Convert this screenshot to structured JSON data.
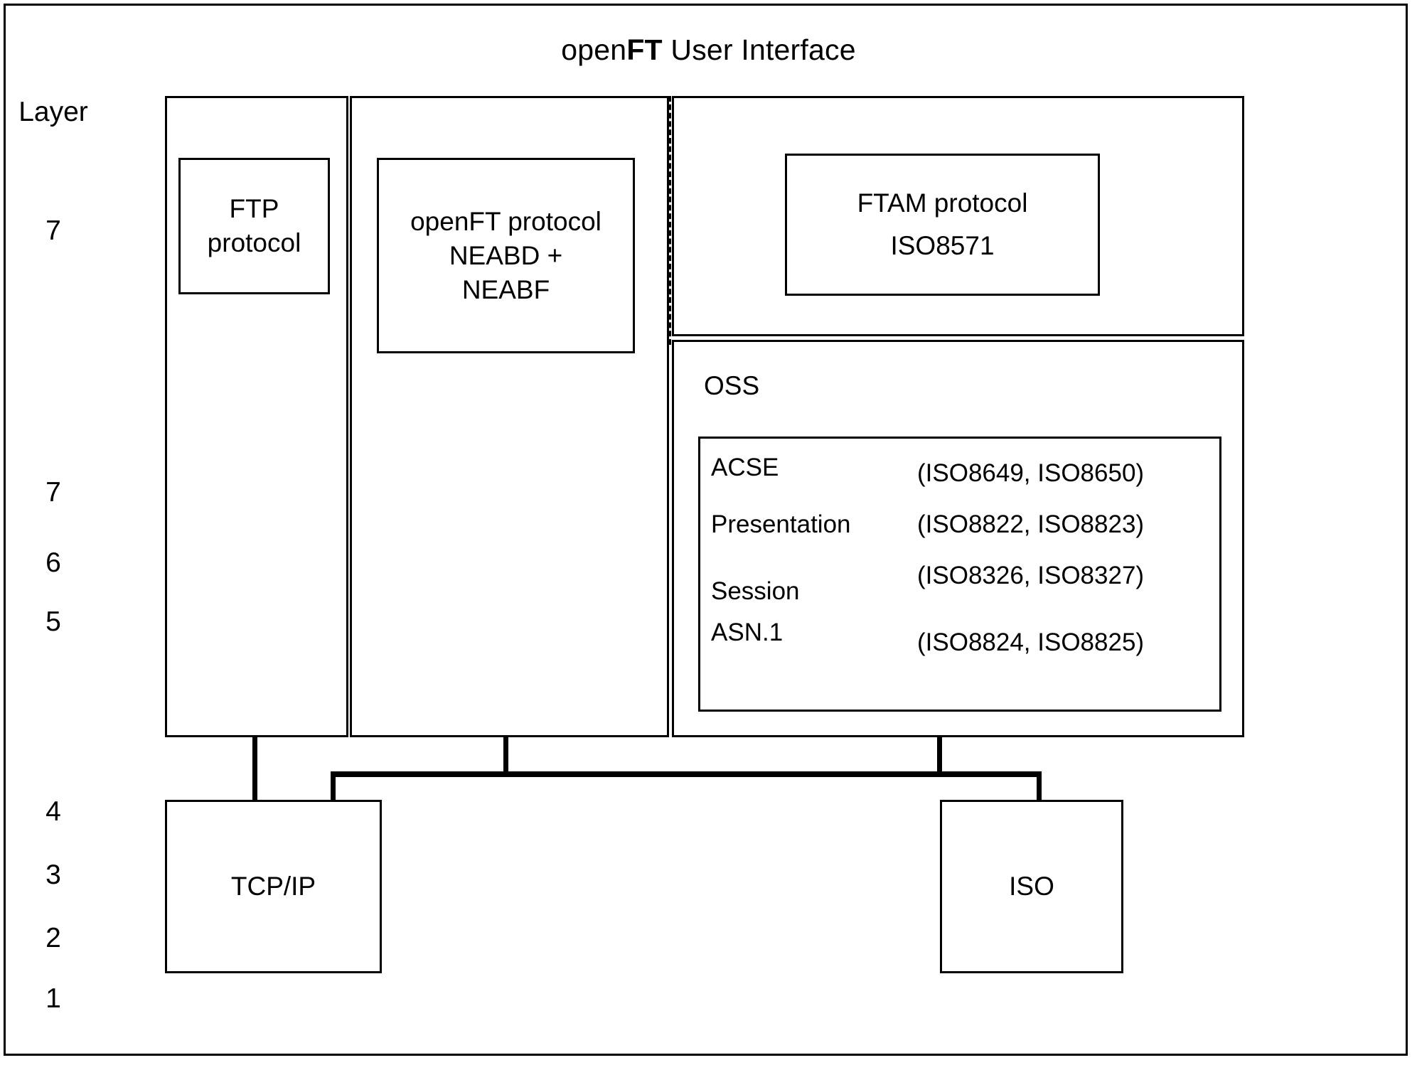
{
  "title": {
    "prefix": "open",
    "bold": "FT",
    "suffix": " User Interface"
  },
  "columns": {
    "ftp": {
      "protocol_box": {
        "line1": "FTP",
        "line2": "protocol"
      }
    },
    "openft": {
      "protocol_box": {
        "line1": "openFT protocol",
        "line2": "NEABD +",
        "line3": "NEABF"
      }
    },
    "ftam": {
      "protocol_box": {
        "line1": "FTAM protocol",
        "line2": "ISO8571"
      }
    },
    "oss": {
      "caption": "OSS",
      "rows": [
        {
          "service": "ACSE",
          "standards": "(ISO8649, ISO8650)"
        },
        {
          "service": "Presentation",
          "standards": "(ISO8822, ISO8823)"
        },
        {
          "service": "Session",
          "standards": "(ISO8326, ISO8327)"
        },
        {
          "service": "ASN.1",
          "standards": "(ISO8824, ISO8825)"
        }
      ]
    }
  },
  "network": {
    "tcpip": "TCP/IP",
    "iso": "ISO"
  },
  "layer_column": {
    "title": "Layer",
    "values": [
      "7",
      "7",
      "6",
      "5",
      "4",
      "3",
      "2",
      "1"
    ]
  },
  "colors": {
    "line": "#000000",
    "background": "#ffffff",
    "text": "#000000"
  }
}
